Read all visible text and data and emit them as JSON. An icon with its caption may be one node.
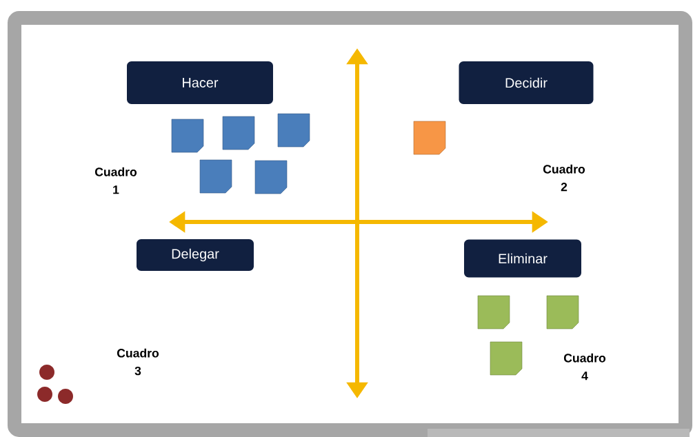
{
  "diagram": {
    "nodes": [
      {
        "text": [
          "Hacer"
        ]
      },
      {
        "text": [
          "Decidir"
        ]
      },
      {
        "text": [
          "Delegar"
        ]
      },
      {
        "text": [
          "Eliminar"
        ]
      }
    ],
    "labels": [
      "Cuadro 1",
      "Cuadro 2",
      "Cuadro 3",
      "Cuadro 4"
    ]
  }
}
